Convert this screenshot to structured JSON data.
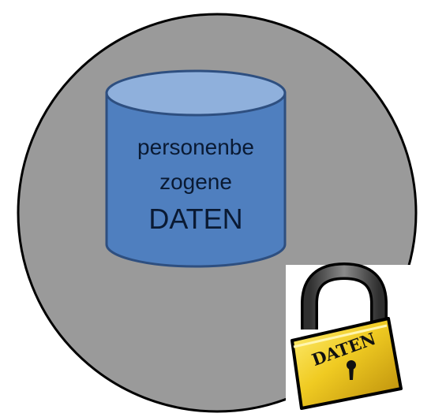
{
  "diagram": {
    "cylinder": {
      "line1": "personenbe",
      "line2": "zogene",
      "line3": "DATEN",
      "fill_color": "#4f7fbf",
      "top_color": "#8fb0dc",
      "outline_color": "#2e4f80"
    },
    "circle": {
      "fill_color": "#9a9a9a",
      "outline_color": "#000000"
    },
    "padlock": {
      "label": "DATEN",
      "icon": "padlock-icon",
      "body_color": "#e7c21a",
      "shackle_color": "#5a5a5a"
    }
  }
}
